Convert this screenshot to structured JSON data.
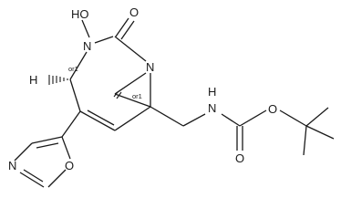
{
  "molecule": {
    "atoms": {
      "oh": "HO",
      "n_hydroxy": "N",
      "carbonyl_o_urea": "O",
      "n_bridge": "N",
      "h_stereo": "H",
      "nh_carbamate": "N",
      "h_carbamate": "H",
      "o_ester": "O",
      "o_carbonyl_carbamate": "O",
      "oxazole_n": "N",
      "oxazole_o": "O"
    },
    "stereo_labels": {
      "label_left": "or1",
      "label_right": "or1"
    }
  }
}
